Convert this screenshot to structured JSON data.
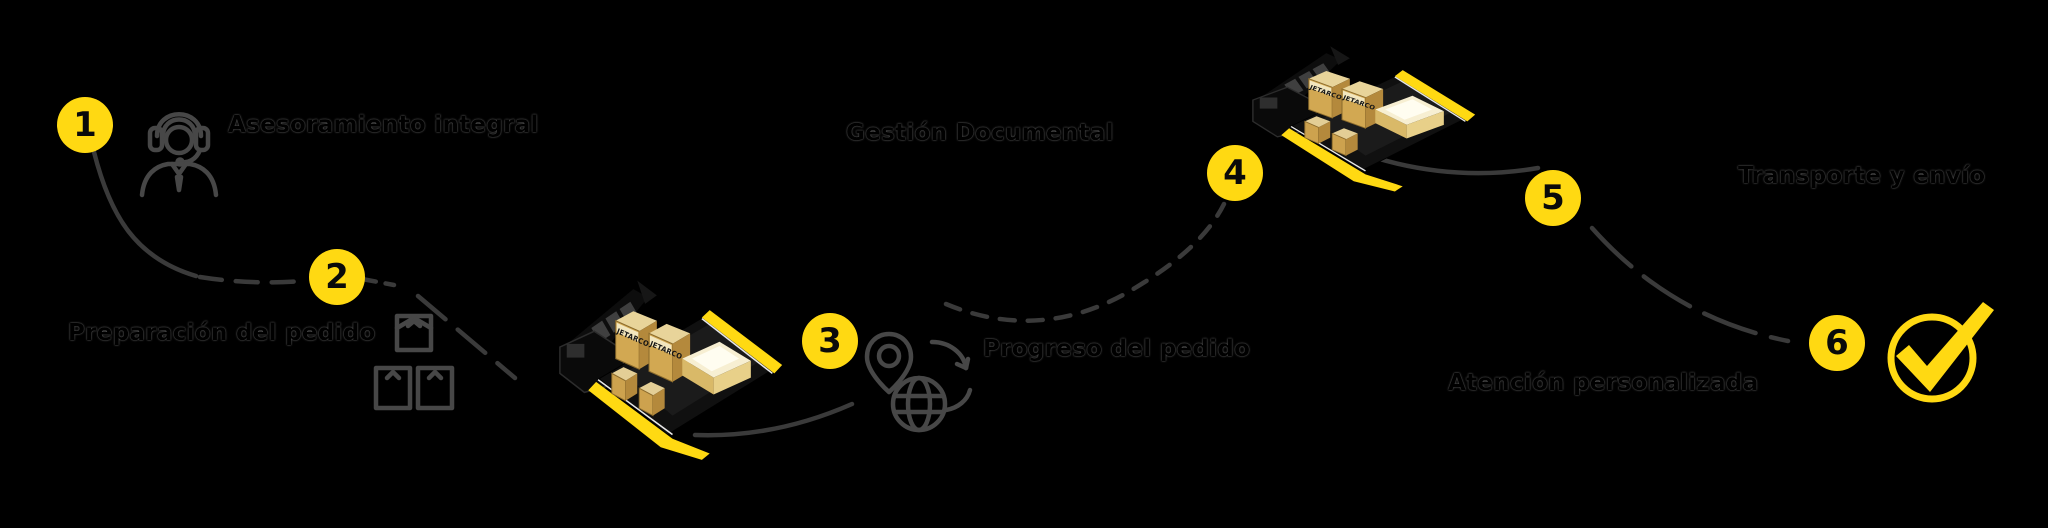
{
  "diagram_title": "",
  "steps": [
    {
      "number": "1",
      "label": "Asesoramiento integral",
      "icon": "support-agent-icon"
    },
    {
      "number": "2",
      "label": "Preparación del pedido",
      "icon": "parcel-stack-icon"
    },
    {
      "number": "3",
      "label": "Progreso del pedido",
      "icon": "location-pin-globe-icon"
    },
    {
      "number": "4",
      "label": "Gestión Documental",
      "icon": "flatbed-truck-illustration"
    },
    {
      "number": "5",
      "label": "Transporte y envío",
      "icon": "flatbed-truck-illustration"
    },
    {
      "number": "6",
      "label": "Atención personalizada",
      "icon": "check-mark-icon"
    }
  ],
  "truck": {
    "crate_label": "JETARCO"
  },
  "icons": [
    "support-agent-icon",
    "parcel-stack-icon",
    "location-pin-icon",
    "globe-icon",
    "tracking-arrows-icon",
    "flatbed-truck-illustration",
    "check-mark-icon"
  ],
  "colors": {
    "background": "#000000",
    "accent_yellow": "#FFD912",
    "number_text": "#0A0A0A",
    "label_text": "#000000",
    "connector_line": "#3A3A3A",
    "crate_tan": "#D2A852",
    "crate_top": "#E8D49A",
    "crate_dark": "#B4893C",
    "crate_band": "#F2E6BE"
  }
}
